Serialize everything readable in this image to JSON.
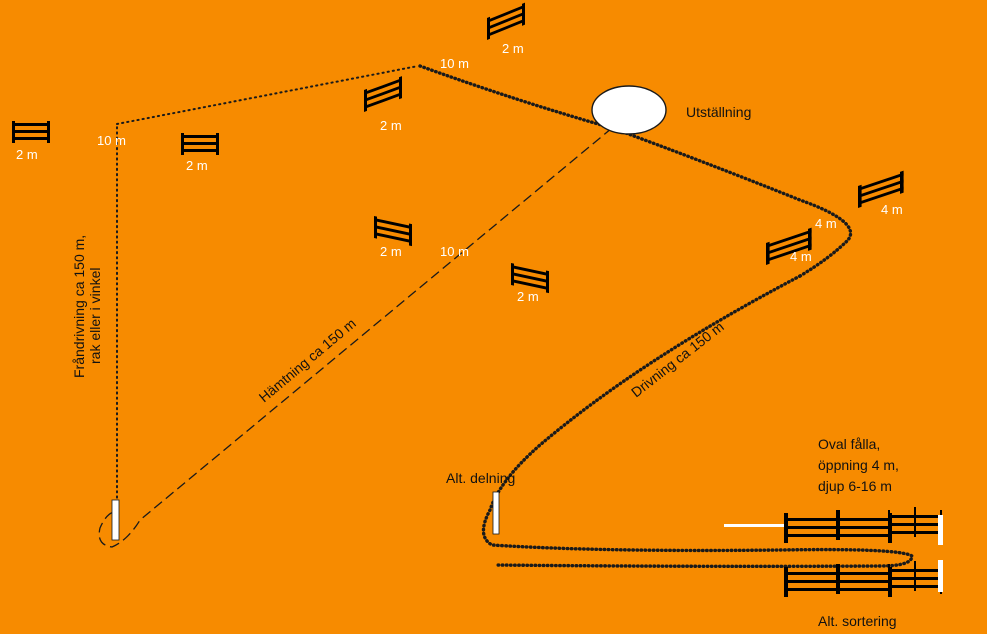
{
  "labels": {
    "exhibition": "Utställning",
    "outrun": "Fråndrivning ca 150 m,",
    "outrun_line2": "rak eller i vinkel",
    "fetch": "Hämtning ca 150 m",
    "drive": "Drivning ca 150 m",
    "shed_alt": "Alt. delning",
    "pen_line1": "Oval fålla,",
    "pen_line2": "öppning 4 m,",
    "pen_line3": "djup 6-16 m",
    "sort_alt": "Alt. sortering"
  },
  "distances": {
    "ten_m": "10 m",
    "two_m": "2 m",
    "four_m": "4 m"
  },
  "colors": {
    "background": "#f78b00",
    "line": "#1a1a1a",
    "fence": "#ffffff",
    "ellipse": "#ffffff"
  },
  "icons": [
    "fence-gate-icon",
    "post-marker-icon",
    "ellipse-marker-icon"
  ]
}
